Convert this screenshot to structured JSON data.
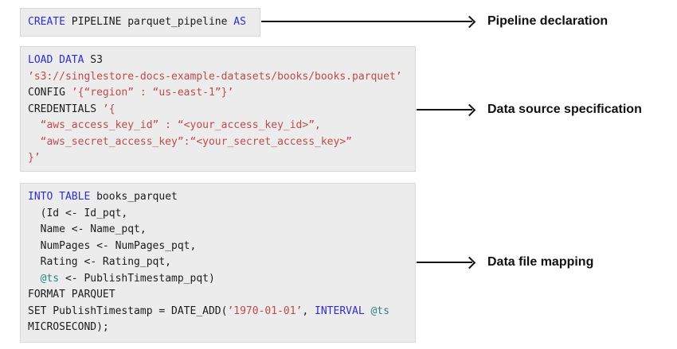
{
  "colors": {
    "page_background": "#ffffff",
    "block_background": "#ececec",
    "block_border": "#d8d8d8",
    "code_default": "#1c1c1e",
    "code_keyword": "#2d2dd2",
    "code_string": "#c14a4a",
    "code_variable": "#2a8484",
    "arrow": "#141414",
    "annotation_text": "#111111"
  },
  "diagram": {
    "rows": [
      {
        "id": "pipeline-declaration",
        "annotation": "Pipeline declaration",
        "code": [
          [
            {
              "text": "CREATE",
              "color": "keyword"
            },
            {
              "text": " PIPELINE parquet_pipeline ",
              "color": "default"
            },
            {
              "text": "AS",
              "color": "keyword"
            }
          ]
        ]
      },
      {
        "id": "data-source-specification",
        "annotation": "Data source specification",
        "code": [
          [
            {
              "text": "LOAD DATA",
              "color": "keyword"
            },
            {
              "text": " S3",
              "color": "default"
            }
          ],
          [
            {
              "text": "’s3://singlestore-docs-example-datasets/books/books.parquet’",
              "color": "string"
            }
          ],
          [
            {
              "text": "CONFIG ",
              "color": "default"
            },
            {
              "text": "’{“region” : “us-east-1”}’",
              "color": "string"
            }
          ],
          [
            {
              "text": "CREDENTIALS ",
              "color": "default"
            },
            {
              "text": "’{",
              "color": "string"
            }
          ],
          [
            {
              "text": "  “aws_access_key_id” : “<your_access_key_id>”,",
              "color": "string"
            }
          ],
          [
            {
              "text": "  “aws_secret_access_key”:“<your_secret_access_key>”",
              "color": "string"
            }
          ],
          [
            {
              "text": "}’",
              "color": "string"
            }
          ]
        ]
      },
      {
        "id": "data-file-mapping",
        "annotation": "Data file mapping",
        "code": [
          [
            {
              "text": "INTO TABLE",
              "color": "keyword"
            },
            {
              "text": " books_parquet",
              "color": "default"
            }
          ],
          [
            {
              "text": "  (Id <- Id_pqt,",
              "color": "default"
            }
          ],
          [
            {
              "text": "  Name <- Name_pqt,",
              "color": "default"
            }
          ],
          [
            {
              "text": "  NumPages <- NumPages_pqt,",
              "color": "default"
            }
          ],
          [
            {
              "text": "  Rating <- Rating_pqt,",
              "color": "default"
            }
          ],
          [
            {
              "text": "  ",
              "color": "default"
            },
            {
              "text": "@ts",
              "color": "variable"
            },
            {
              "text": " <- PublishTimestamp_pqt)",
              "color": "default"
            }
          ],
          [
            {
              "text": "FORMAT PARQUET",
              "color": "default"
            }
          ],
          [
            {
              "text": "SET PublishTimestamp = DATE_ADD(",
              "color": "default"
            },
            {
              "text": "’1970-01-01’",
              "color": "string"
            },
            {
              "text": ", ",
              "color": "default"
            },
            {
              "text": "INTERVAL",
              "color": "keyword"
            },
            {
              "text": " ",
              "color": "default"
            },
            {
              "text": "@ts",
              "color": "variable"
            }
          ],
          [
            {
              "text": "MICROSECOND);",
              "color": "default"
            }
          ]
        ]
      }
    ]
  }
}
